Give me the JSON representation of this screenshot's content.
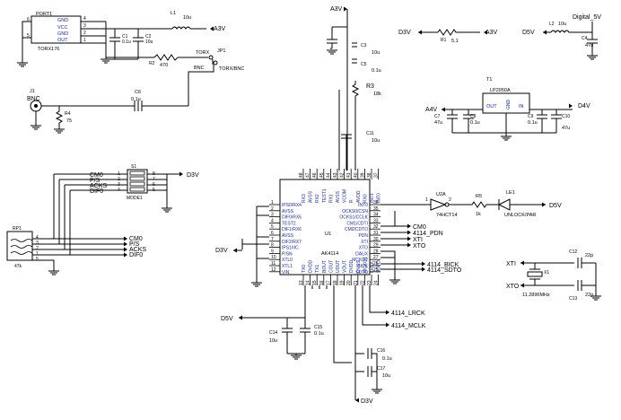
{
  "nets": {
    "a3v": "A3V",
    "d3v": "D3V",
    "d5v": "D5V",
    "dig5v": "Digital_5V",
    "a4v": "A4V",
    "d4v": "D4V",
    "xti": "XTI",
    "xto": "XTO"
  },
  "port1": {
    "ref": "PORT1",
    "part": "TORX176",
    "pins": {
      "p6": "6",
      "p5": "5",
      "p4": "4",
      "p3": "3",
      "p2": "2",
      "p1": "1"
    },
    "pin_names": {
      "gnd1": "GND",
      "vcc": "VCC",
      "gnd2": "GND",
      "out": "OUT"
    }
  },
  "l1": {
    "ref": "L1",
    "value": "10u"
  },
  "l2": {
    "ref": "L2",
    "value": "10u"
  },
  "r1": {
    "ref": "R1",
    "value": "5.1"
  },
  "r2": {
    "ref": "R2",
    "value": "470"
  },
  "r3": {
    "ref": "R3",
    "value": "18k"
  },
  "r4": {
    "ref": "R4",
    "value": "75"
  },
  "r5": {
    "ref": "R5",
    "value": "1k"
  },
  "c1": {
    "ref": "C1",
    "value": "0.1u"
  },
  "c2": {
    "ref": "C2",
    "value": "10u"
  },
  "c3": {
    "ref": "C3",
    "value": "10u"
  },
  "c4": {
    "ref": "C4",
    "value": "47u"
  },
  "c5": {
    "ref": "C5",
    "value": "0.1u"
  },
  "c6": {
    "ref": "C6",
    "value": "0.1u"
  },
  "c7": {
    "ref": "C7",
    "value": "47u"
  },
  "c8": {
    "ref": "C8",
    "value": "0.1u"
  },
  "c9": {
    "ref": "C9",
    "value": "0.1u"
  },
  "c10": {
    "ref": "C10",
    "value": "47u"
  },
  "c11": {
    "ref": "C11",
    "value": "10u"
  },
  "c12": {
    "ref": "C12",
    "value": "22p"
  },
  "c13": {
    "ref": "C13",
    "value": "22p"
  },
  "c14": {
    "ref": "C14",
    "value": "10u"
  },
  "c15": {
    "ref": "C15",
    "value": "0.1u"
  },
  "c16": {
    "ref": "C16",
    "value": "0.1u"
  },
  "c17": {
    "ref": "C17",
    "value": "10u"
  },
  "jp1": {
    "ref": "JP1",
    "label_torx": "TORX",
    "label_bnc": "BNC",
    "label_sel": "TORX/BNC"
  },
  "j1": {
    "ref": "J1",
    "label": "BNC"
  },
  "t1": {
    "ref": "T1",
    "part": "LP2950A",
    "out": "OUT",
    "gnd": "GND",
    "in": "IN"
  },
  "s1": {
    "ref": "S1",
    "part": "MODE1",
    "signals": [
      "CM0",
      "P/S",
      "ACKS",
      "DIF0"
    ],
    "left_pins": [
      "1",
      "2",
      "3",
      "4"
    ],
    "right_pins": [
      "8",
      "7",
      "6",
      "5"
    ]
  },
  "rp1": {
    "ref": "RP1",
    "value": "47k",
    "pins": [
      "5",
      "4",
      "3",
      "2",
      "1"
    ],
    "signals": [
      "CM0",
      "P/S",
      "ACKS",
      "DIF0"
    ]
  },
  "u1": {
    "ref": "U1",
    "part": "AK4114",
    "left_pins": [
      {
        "num": "1",
        "name": "IPS0/RX4"
      },
      {
        "num": "2",
        "name": "AVSS"
      },
      {
        "num": "3",
        "name": "DIF0/RX5"
      },
      {
        "num": "4",
        "name": "TEST2"
      },
      {
        "num": "5",
        "name": "DIF1/RX6"
      },
      {
        "num": "6",
        "name": "AVSS"
      },
      {
        "num": "7",
        "name": "DIF2/RX7"
      },
      {
        "num": "8",
        "name": "IPS1/IIC"
      },
      {
        "num": "9",
        "name": "P/SN"
      },
      {
        "num": "10",
        "name": "XTL0"
      },
      {
        "num": "11",
        "name": "XTL1"
      },
      {
        "num": "12",
        "name": "VIN"
      }
    ],
    "right_pins": [
      {
        "num": "36",
        "name": "INT0"
      },
      {
        "num": "35",
        "name": "OCKS0/CSN"
      },
      {
        "num": "34",
        "name": "OCKS1/CCLK"
      },
      {
        "num": "33",
        "name": "CM1/CDTI"
      },
      {
        "num": "32",
        "name": "CM0/CDTO"
      },
      {
        "num": "31",
        "name": "PDN"
      },
      {
        "num": "30",
        "name": "XTI"
      },
      {
        "num": "29",
        "name": "XTO"
      },
      {
        "num": "28",
        "name": "DAUX"
      },
      {
        "num": "27",
        "name": "MCKO2"
      },
      {
        "num": "26",
        "name": "BICK"
      },
      {
        "num": "25",
        "name": "SDTO"
      }
    ],
    "top_pins": [
      {
        "num": "48",
        "name": "RX3"
      },
      {
        "num": "47",
        "name": "AVSS"
      },
      {
        "num": "46",
        "name": "RX2"
      },
      {
        "num": "45",
        "name": "TEST1"
      },
      {
        "num": "44",
        "name": "RX1"
      },
      {
        "num": "43",
        "name": "AVSS"
      },
      {
        "num": "42",
        "name": "VCOM"
      },
      {
        "num": "41",
        "name": "R"
      },
      {
        "num": "40",
        "name": "AVDD"
      },
      {
        "num": "39",
        "name": "RX0"
      },
      {
        "num": "38",
        "name": "INT1"
      },
      {
        "num": "37",
        "name": "INT0"
      }
    ],
    "bottom_pins": [
      {
        "num": "13",
        "name": "TX0"
      },
      {
        "num": "14",
        "name": "DVDD"
      },
      {
        "num": "15",
        "name": "TX1"
      },
      {
        "num": "16",
        "name": "BOUT"
      },
      {
        "num": "17",
        "name": "COUT"
      },
      {
        "num": "18",
        "name": "UOUT"
      },
      {
        "num": "19",
        "name": "VOUT"
      },
      {
        "num": "20",
        "name": "DVDD"
      },
      {
        "num": "21",
        "name": "DVSS"
      },
      {
        "num": "22",
        "name": "MCKO1"
      },
      {
        "num": "23",
        "name": "LRCK"
      },
      {
        "num": "24",
        "name": "SDTO"
      }
    ]
  },
  "u2a": {
    "ref": "U2A",
    "part": "74HCT14",
    "pin_in": "1",
    "pin_out": "2"
  },
  "le1": {
    "ref": "LE1",
    "label": "UNLOCK/PAR"
  },
  "x1": {
    "ref": "X1",
    "freq": "11.2896MHz"
  },
  "signals": {
    "cm0": "CM0",
    "pdn": "4114_PDN",
    "xti": "XTI",
    "xto": "XTO",
    "bick": "4114_BICK",
    "sdto": "4114_SDTO",
    "lrck": "4114_LRCK",
    "mclk": "4114_MCLK"
  }
}
